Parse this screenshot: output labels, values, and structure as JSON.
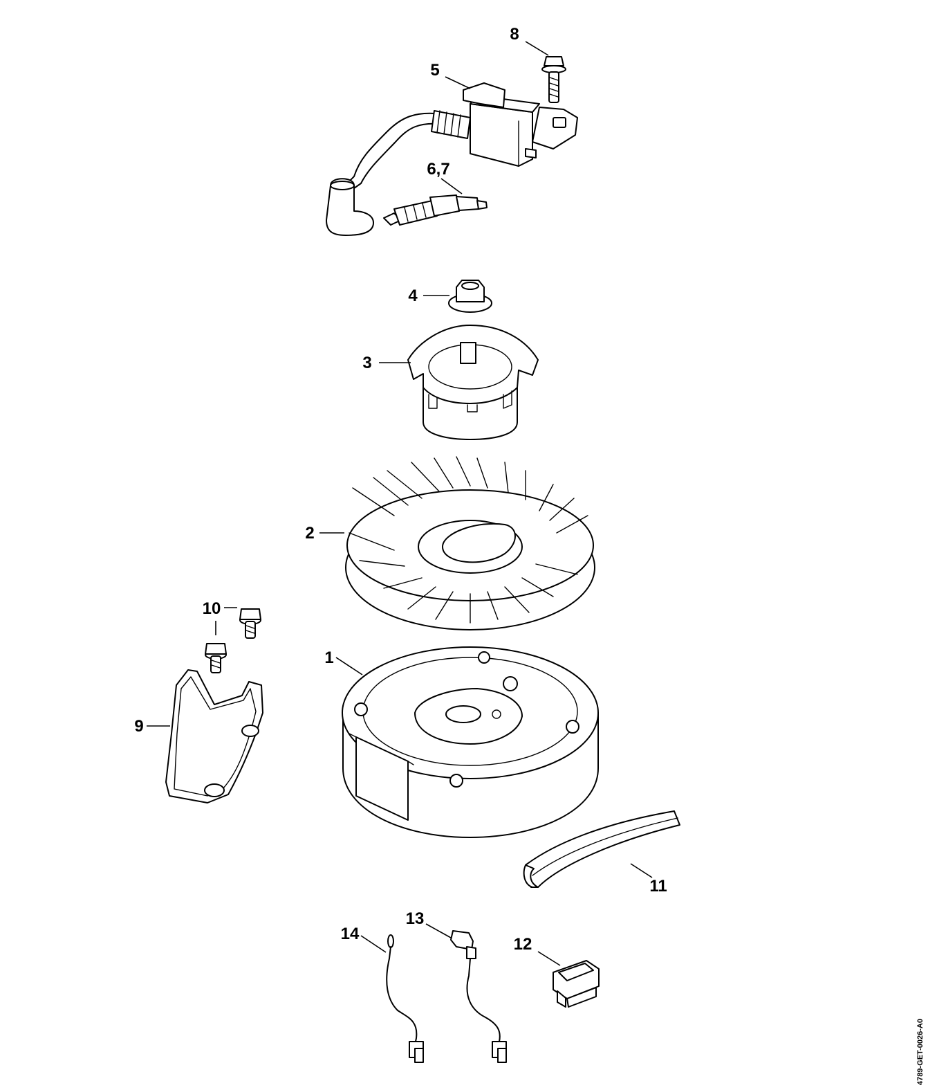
{
  "diagram": {
    "document_id": "4789-GET-0026-A0",
    "callouts": {
      "p1": "1",
      "p2": "2",
      "p3": "3",
      "p4": "4",
      "p5": "5",
      "p67": "6,7",
      "p8": "8",
      "p9": "9",
      "p10": "10",
      "p11": "11",
      "p12": "12",
      "p13": "13",
      "p14": "14"
    },
    "colors": {
      "line": "#000000",
      "background": "#ffffff"
    }
  }
}
